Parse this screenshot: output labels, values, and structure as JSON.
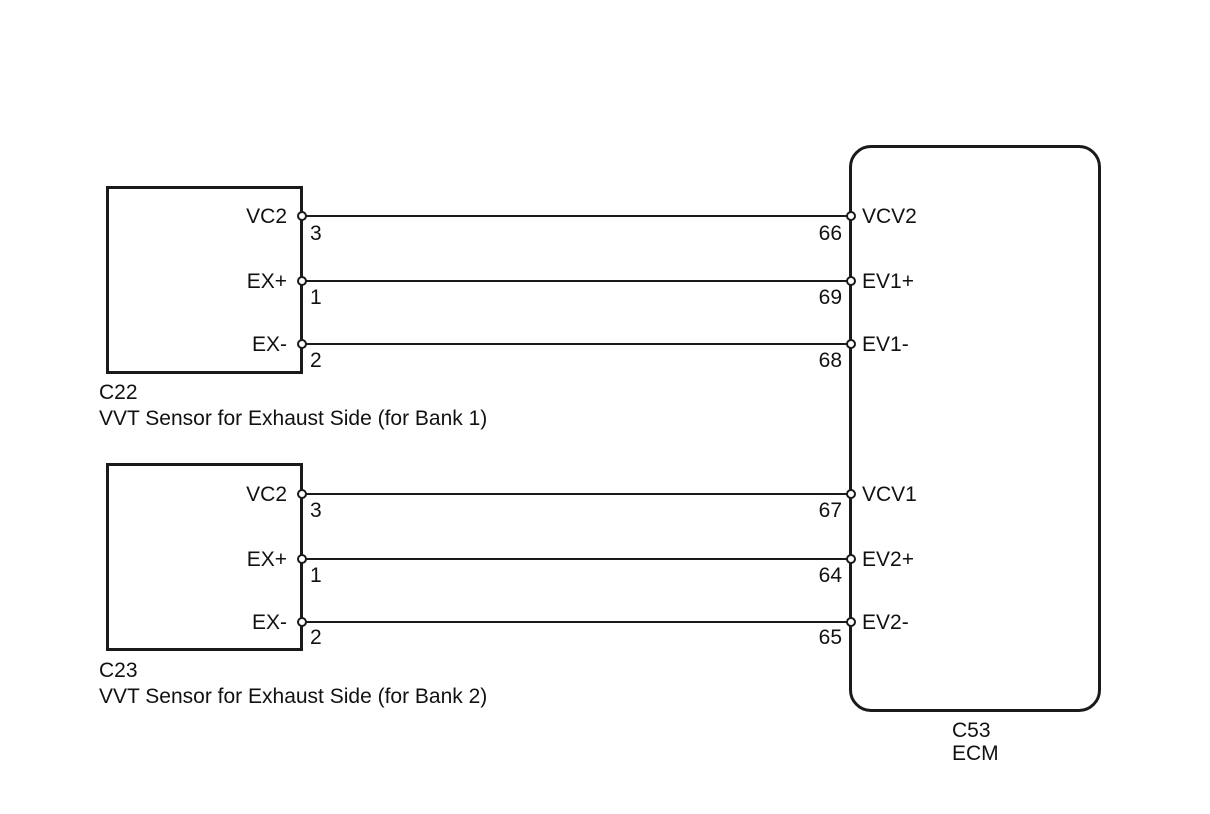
{
  "ecm": {
    "connector": "C53",
    "name": "ECM"
  },
  "sensors": [
    {
      "connector": "C22",
      "name": "VVT Sensor for Exhaust Side (for Bank 1)",
      "pins": [
        {
          "label": "VC2",
          "number": "3",
          "ecm_label": "VCV2",
          "ecm_number": "66"
        },
        {
          "label": "EX+",
          "number": "1",
          "ecm_label": "EV1+",
          "ecm_number": "69"
        },
        {
          "label": "EX-",
          "number": "2",
          "ecm_label": "EV1-",
          "ecm_number": "68"
        }
      ]
    },
    {
      "connector": "C23",
      "name": "VVT Sensor for Exhaust Side (for Bank 2)",
      "pins": [
        {
          "label": "VC2",
          "number": "3",
          "ecm_label": "VCV1",
          "ecm_number": "67"
        },
        {
          "label": "EX+",
          "number": "1",
          "ecm_label": "EV2+",
          "ecm_number": "64"
        },
        {
          "label": "EX-",
          "number": "2",
          "ecm_label": "EV2-",
          "ecm_number": "65"
        }
      ]
    }
  ]
}
